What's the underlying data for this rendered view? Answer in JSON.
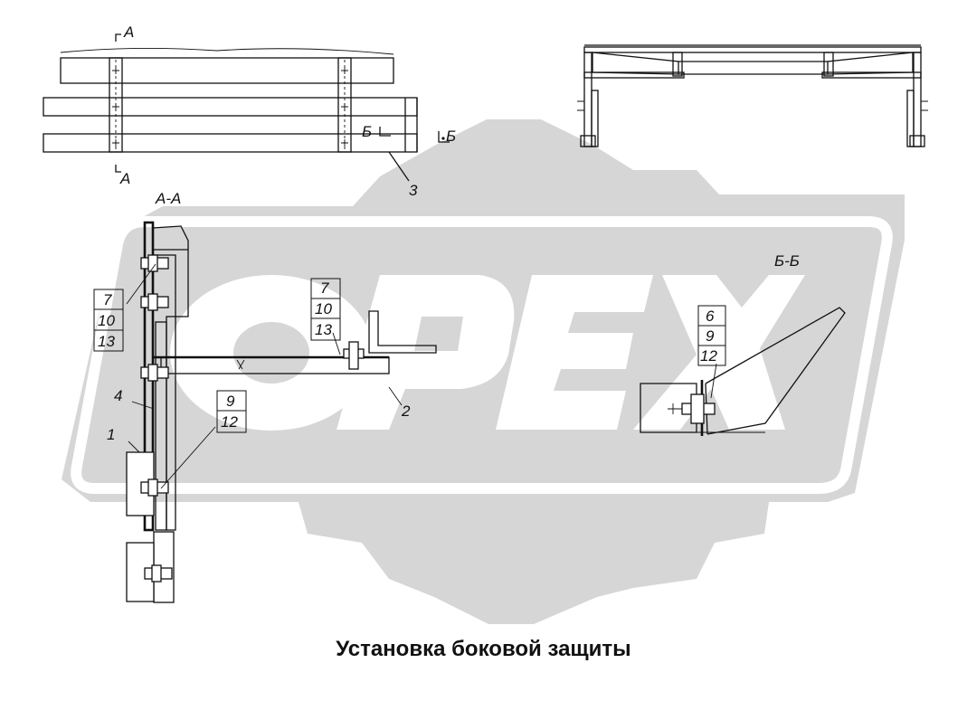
{
  "caption": "Установка боковой защиты",
  "watermark": {
    "text": "OPEX",
    "color": "#d6d6d6"
  },
  "section_labels": {
    "a_top": "А",
    "a_bottom": "А",
    "b_plan": "Б",
    "b_marker": "Б",
    "section_a": "А-А",
    "section_b": "Б-Б"
  },
  "callouts": {
    "part_1": "1",
    "part_2": "2",
    "part_3": "3",
    "part_4": "4",
    "stack_a_left": [
      "7",
      "10",
      "13"
    ],
    "stack_a_mid": [
      "7",
      "10",
      "13"
    ],
    "stack_a_low": [
      "9",
      "12"
    ],
    "stack_b": [
      "6",
      "9",
      "12"
    ]
  },
  "colors": {
    "line": "#111111",
    "watermark": "#d6d6d6"
  }
}
